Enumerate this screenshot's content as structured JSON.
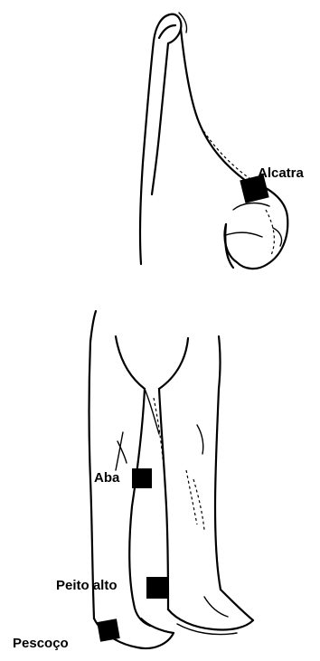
{
  "labels": {
    "alcatra": "Alcatra",
    "aba": "Aba",
    "peito_alto": "Peito alto",
    "pescoco": "Pescoço"
  },
  "colors": {
    "ink": "#000000",
    "background": "#ffffff"
  }
}
